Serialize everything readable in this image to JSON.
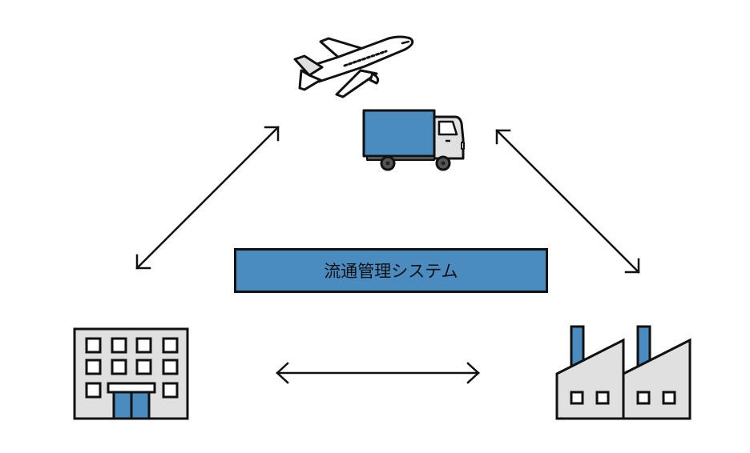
{
  "diagram": {
    "center_label": "流通管理システム",
    "nodes": [
      {
        "id": "transport",
        "label": "",
        "icons": [
          "airplane",
          "truck"
        ]
      },
      {
        "id": "office",
        "label": "",
        "icons": [
          "office-building"
        ]
      },
      {
        "id": "factory",
        "label": "",
        "icons": [
          "factory"
        ]
      }
    ],
    "edges": [
      {
        "from": "office",
        "to": "transport",
        "direction": "bidirectional"
      },
      {
        "from": "transport",
        "to": "factory",
        "direction": "bidirectional"
      },
      {
        "from": "office",
        "to": "factory",
        "direction": "bidirectional"
      }
    ]
  },
  "colors": {
    "accent_blue": "#4a8bc0",
    "light_gray": "#e0e0e0",
    "outline": "#111111",
    "background": "#ffffff"
  }
}
